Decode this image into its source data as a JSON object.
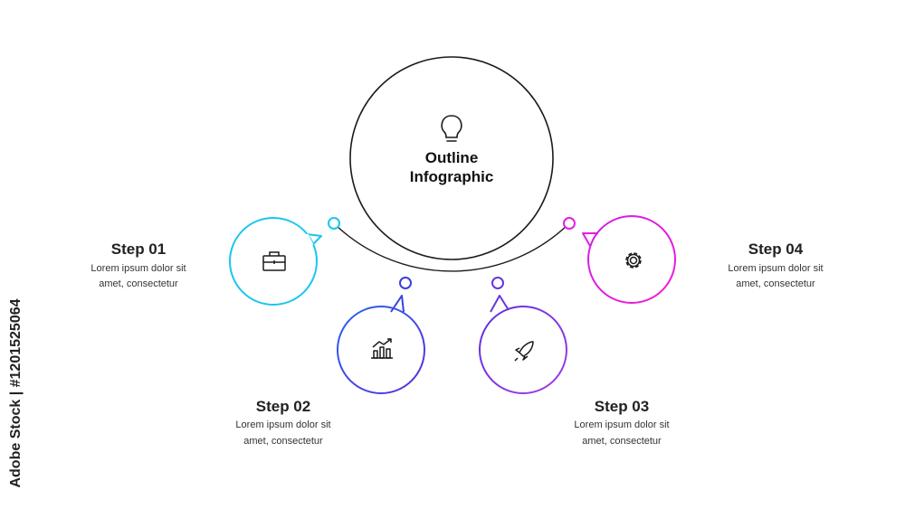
{
  "center": {
    "title_line1": "Outline",
    "title_line2": "Infographic",
    "icon": "lightbulb-icon"
  },
  "steps": [
    {
      "title": "Step 01",
      "desc_line1": "Lorem ipsum dolor sit",
      "desc_line2": "amet, consectetur",
      "icon": "briefcase-icon",
      "color": "#19c6ef"
    },
    {
      "title": "Step 02",
      "desc_line1": "Lorem ipsum dolor sit",
      "desc_line2": "amet, consectetur",
      "icon": "bar-chart-icon",
      "color": "#3a3fe0"
    },
    {
      "title": "Step 03",
      "desc_line1": "Lorem ipsum dolor sit",
      "desc_line2": "amet, consectetur",
      "icon": "rocket-icon",
      "color": "#7e3be0"
    },
    {
      "title": "Step 04",
      "desc_line1": "Lorem ipsum dolor sit",
      "desc_line2": "amet, consectetur",
      "icon": "gear-icon",
      "color": "#e320e0"
    }
  ],
  "watermark": {
    "text": "Adobe Stock | #1201525064"
  }
}
